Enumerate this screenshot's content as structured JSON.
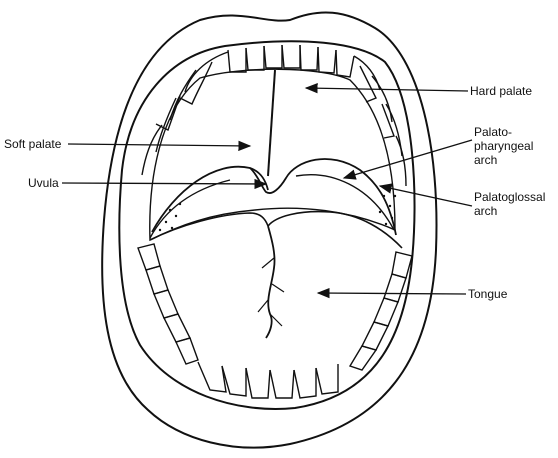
{
  "labels": {
    "hard_palate": "Hard palate",
    "soft_palate": "Soft palate",
    "uvula": "Uvula",
    "palatopharyngeal_line1": "Palato-",
    "palatopharyngeal_line2": "pharyngeal",
    "palatopharyngeal_line3": "arch",
    "palatoglossal_line1": "Palatoglossal",
    "palatoglossal_line2": "arch",
    "tongue": "Tongue"
  }
}
